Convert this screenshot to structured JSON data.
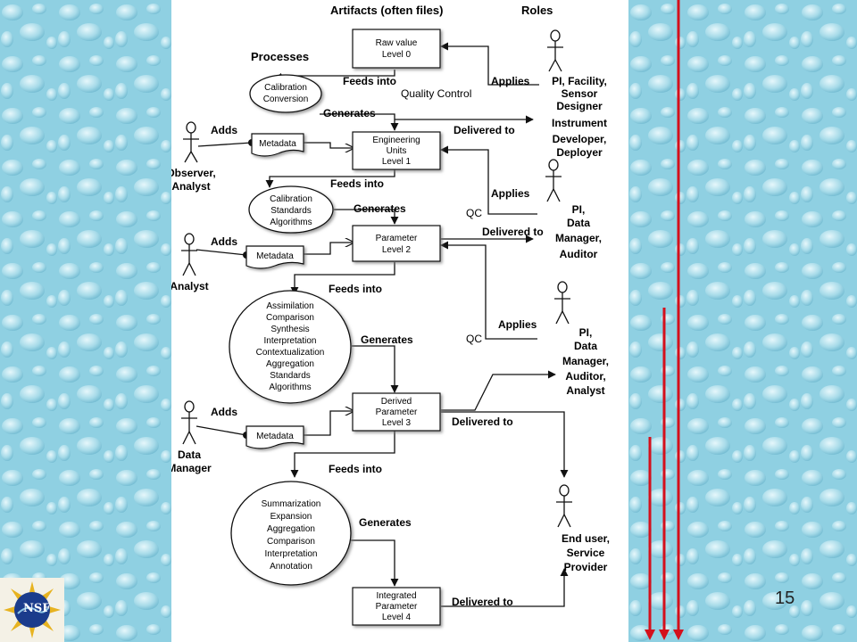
{
  "colors": {
    "background": "#8ccde0",
    "panel": "#ffffff",
    "red_arrow": "#d4101c",
    "logo_blue": "#1b3c8c",
    "logo_gold": "#e7b321"
  },
  "headers": {
    "artifacts": "Artifacts (often files)",
    "roles": "Roles",
    "processes": "Processes"
  },
  "artifacts": [
    {
      "lines": [
        "Raw value",
        "Level 0"
      ]
    },
    {
      "lines": [
        "Engineering",
        "Units",
        "Level 1"
      ]
    },
    {
      "lines": [
        "Parameter",
        "Level 2"
      ]
    },
    {
      "lines": [
        "Derived",
        "Parameter",
        "Level 3"
      ]
    },
    {
      "lines": [
        "Integrated",
        "Parameter",
        "Level 4"
      ]
    }
  ],
  "processes": [
    {
      "lines": [
        "Calibration",
        "Conversion"
      ]
    },
    {
      "lines": [
        "Calibration",
        "Standards",
        "Algorithms"
      ]
    },
    {
      "lines": [
        "Assimilation",
        "Comparison",
        "Synthesis",
        "Interpretation",
        "Contextualization",
        "Aggregation",
        "Standards",
        "Algorithms"
      ]
    },
    {
      "lines": [
        "Summarization",
        "Expansion",
        "Aggregation",
        "Comparison",
        "Interpretation",
        "Annotation"
      ]
    }
  ],
  "metadata": [
    "Metadata",
    "Metadata",
    "Metadata"
  ],
  "roles_left": [
    {
      "lines": [
        "Observer,",
        "Analyst"
      ]
    },
    {
      "lines": [
        "Analyst"
      ]
    },
    {
      "lines": [
        "Data",
        "Manager"
      ]
    }
  ],
  "roles_right": [
    {
      "lines": [
        "PI, Facility,",
        "Sensor",
        "Designer",
        "Instrument",
        "Developer,",
        "Deployer"
      ]
    },
    {
      "lines": [
        "PI,",
        "Data",
        "Manager,",
        "Auditor"
      ]
    },
    {
      "lines": [
        "PI,",
        "Data",
        "Manager,",
        "Auditor,",
        "Analyst"
      ]
    },
    {
      "lines": [
        "End user,",
        "Service",
        "Provider"
      ]
    }
  ],
  "edge_labels": {
    "feeds_into": "Feeds into",
    "generates": "Generates",
    "applies": "Applies",
    "adds": "Adds",
    "delivered_to": "Delivered to",
    "quality_control": "Quality Control",
    "qc": "QC"
  },
  "page_number": "15",
  "logo_text": "NSF"
}
